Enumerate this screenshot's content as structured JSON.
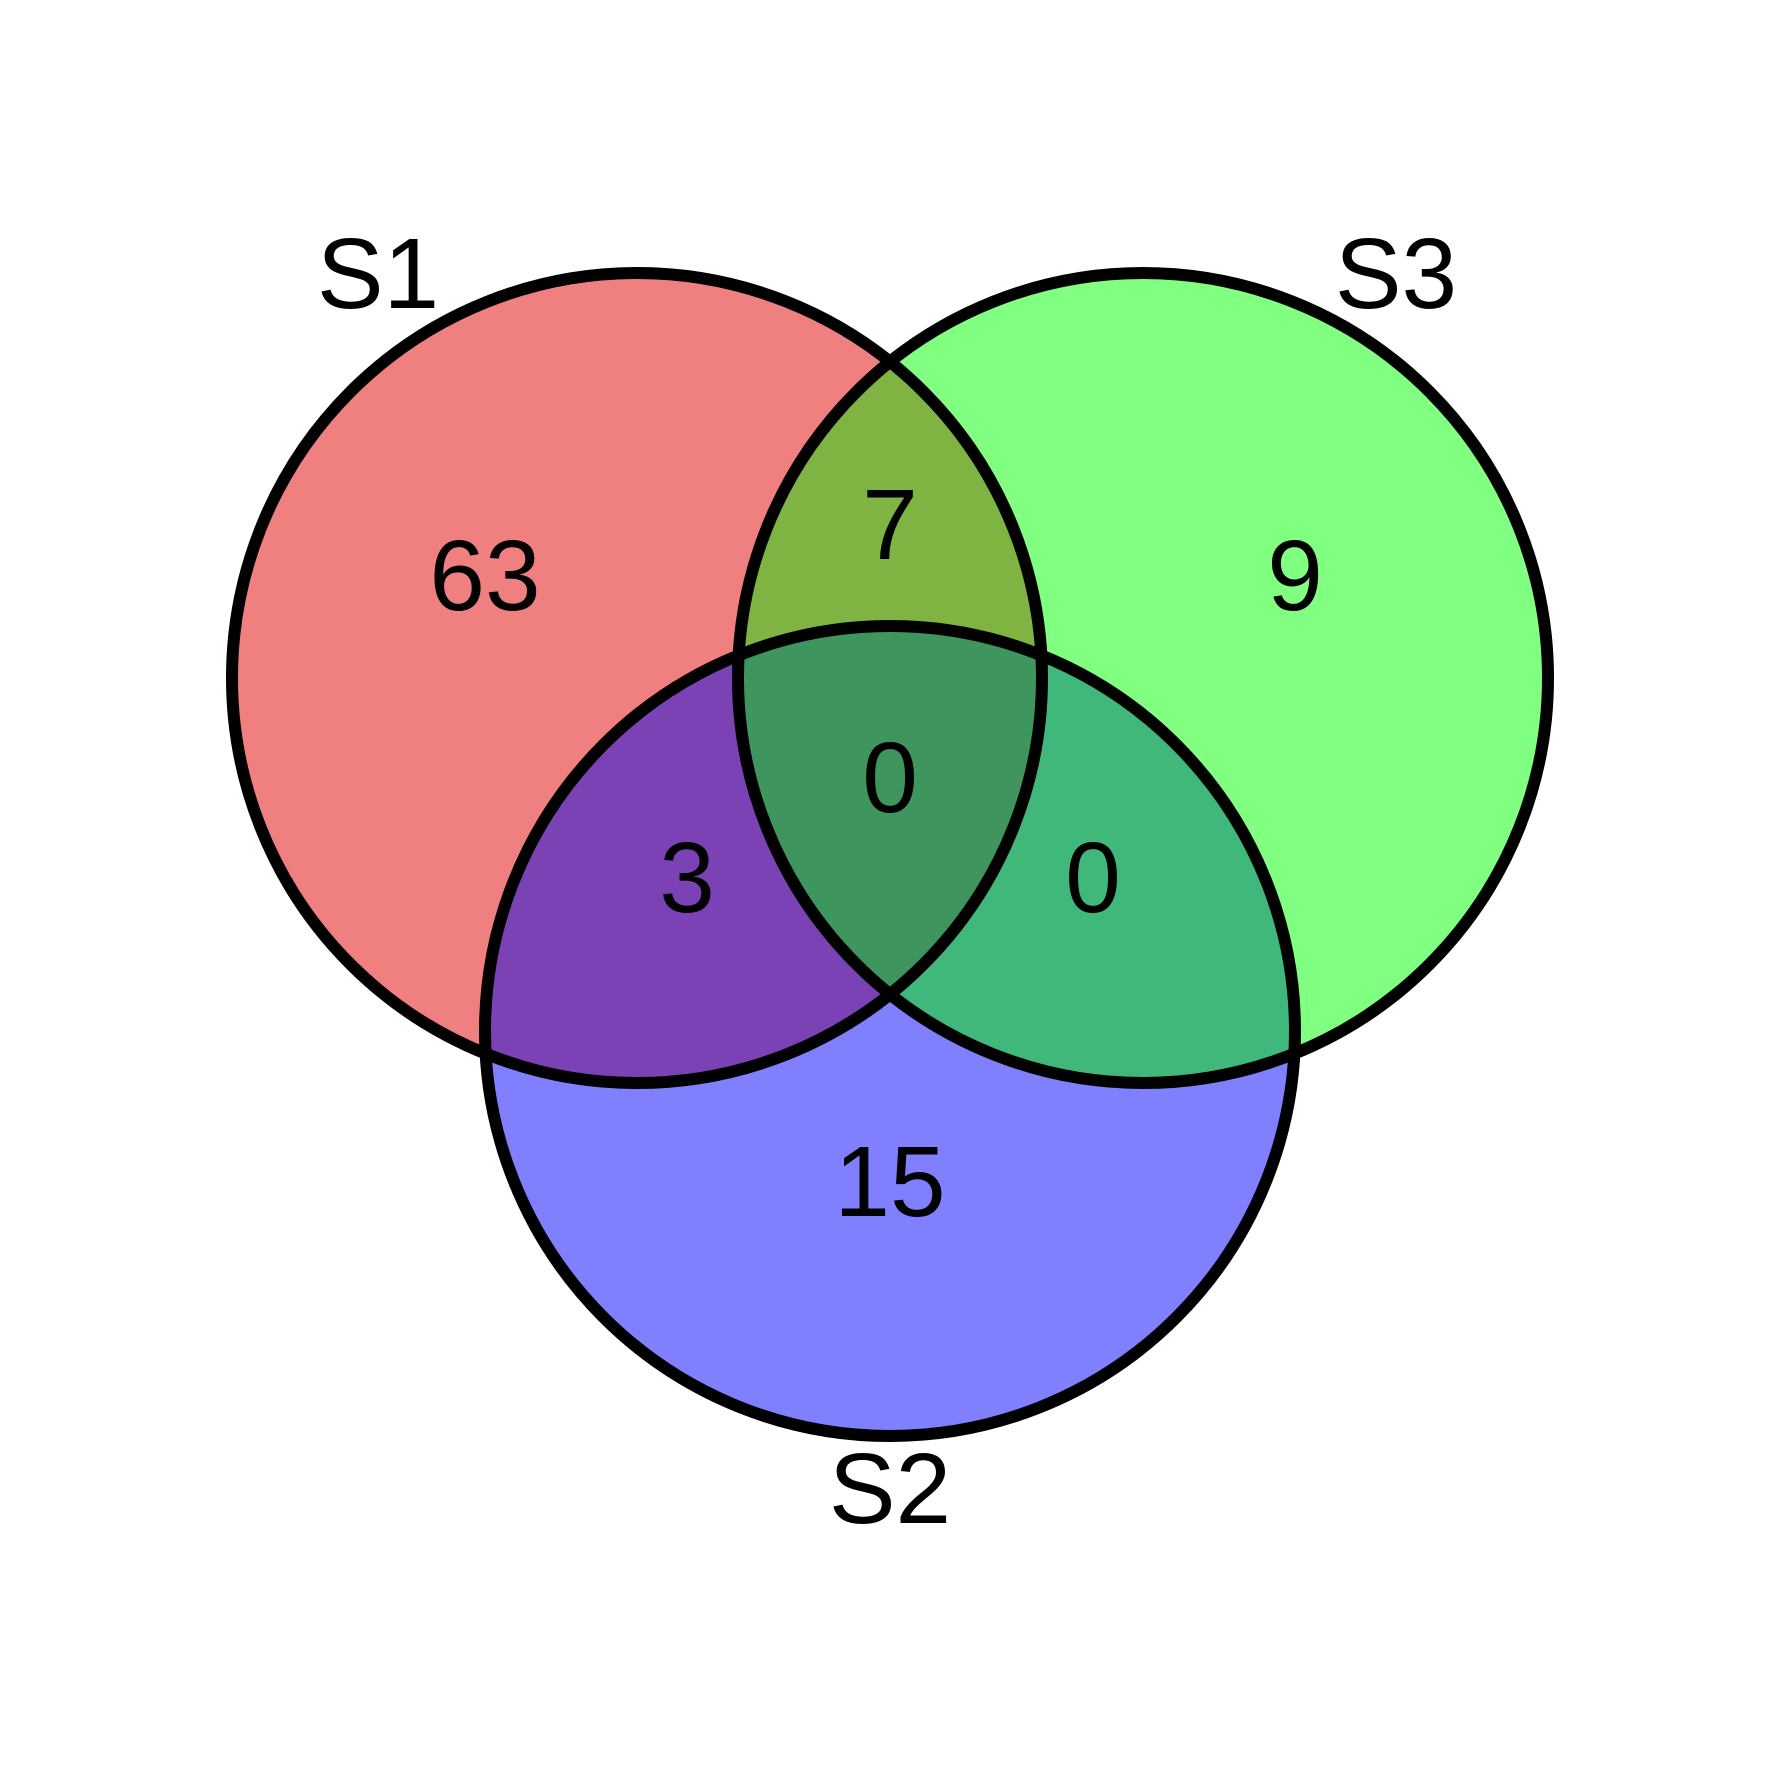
{
  "sets": [
    {
      "id": "s1",
      "label": "S1",
      "color": "#f08080"
    },
    {
      "id": "s2",
      "label": "S2",
      "color": "#8080ff"
    },
    {
      "id": "s3",
      "label": "S3",
      "color": "#80ff80"
    }
  ],
  "regions": {
    "s1_only": "63",
    "s3_only": "9",
    "s2_only": "15",
    "s1_s3": "7",
    "s1_s2": "3",
    "s2_s3": "0",
    "s1_s2_s3": "0"
  },
  "region_colors": {
    "s1_s3": "#7fb443",
    "s1_s2": "#7b42b5",
    "s2_s3": "#40b87b",
    "s1_s2_s3": "#3f955e"
  }
}
